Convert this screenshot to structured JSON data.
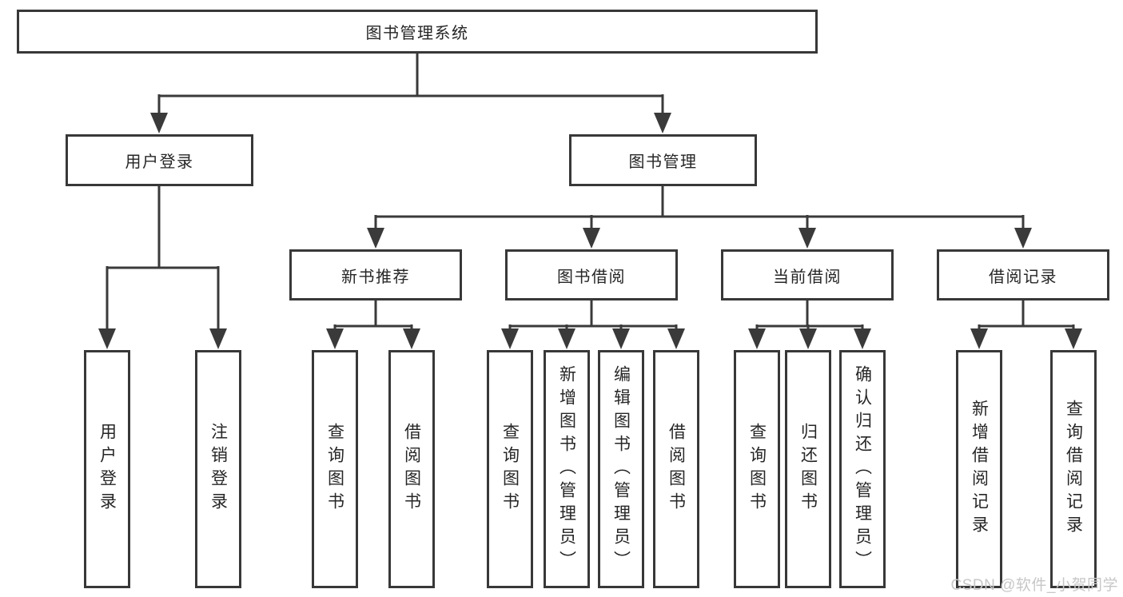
{
  "diagram": {
    "title": "图书管理系统",
    "root": {
      "label": "图书管理系统"
    },
    "level2": [
      {
        "label": "用户登录"
      },
      {
        "label": "图书管理"
      }
    ],
    "level3": [
      {
        "label": "新书推荐"
      },
      {
        "label": "图书借阅"
      },
      {
        "label": "当前借阅"
      },
      {
        "label": "借阅记录"
      }
    ],
    "leaves": {
      "user_login": [
        "用户登录",
        "注销登录"
      ],
      "new_book": [
        "查询图书",
        "借阅图书"
      ],
      "book_borrow": [
        "查询图书",
        "新增图书（管理员）",
        "编辑图书（管理员）",
        "借阅图书"
      ],
      "current_borrow": [
        "查询图书",
        "归还图书",
        "确认归还（管理员）"
      ],
      "borrow_record": [
        "新增借阅记录",
        "查询借阅记录"
      ]
    }
  },
  "watermark": {
    "text": "CSDN @软件_小贺同学"
  },
  "colors": {
    "line": "#3a3a3a",
    "border": "#383838",
    "text": "#262626",
    "background": "#ffffff",
    "watermark": "#c7c7c7"
  }
}
